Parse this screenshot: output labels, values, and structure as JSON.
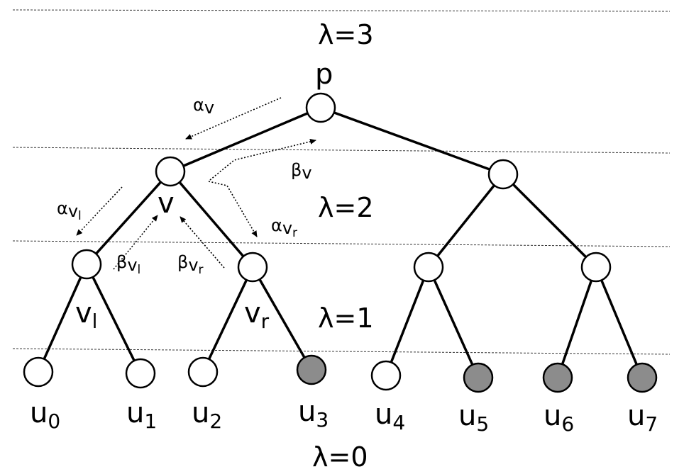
{
  "levels": {
    "l3": "λ=3",
    "l2": "λ=2",
    "l1": "λ=1",
    "l0": "λ=0"
  },
  "nodes": {
    "p": "p",
    "v": "v",
    "vl": {
      "base": "v",
      "sub": "l"
    },
    "vr": {
      "base": "v",
      "sub": "r"
    },
    "leaves": [
      {
        "base": "u",
        "sub": "0",
        "marked": false
      },
      {
        "base": "u",
        "sub": "1",
        "marked": false
      },
      {
        "base": "u",
        "sub": "2",
        "marked": false
      },
      {
        "base": "u",
        "sub": "3",
        "marked": true
      },
      {
        "base": "u",
        "sub": "4",
        "marked": false
      },
      {
        "base": "u",
        "sub": "5",
        "marked": true
      },
      {
        "base": "u",
        "sub": "6",
        "marked": true
      },
      {
        "base": "u",
        "sub": "7",
        "marked": true
      }
    ]
  },
  "messages": {
    "alpha_v": {
      "base": "α",
      "sub": "v",
      "subsub": ""
    },
    "beta_v": {
      "base": "β",
      "sub": "v",
      "subsub": ""
    },
    "alpha_vl": {
      "base": "α",
      "sub": "v",
      "subsub": "l"
    },
    "beta_vl": {
      "base": "β",
      "sub": "v",
      "subsub": "l"
    },
    "beta_vr": {
      "base": "β",
      "sub": "v",
      "subsub": "r"
    },
    "alpha_vr": {
      "base": "α",
      "sub": "v",
      "subsub": "r"
    }
  },
  "colors": {
    "empty_node": "#ffffff",
    "marked_node": "#8c8c8c",
    "edge": "#000000"
  }
}
